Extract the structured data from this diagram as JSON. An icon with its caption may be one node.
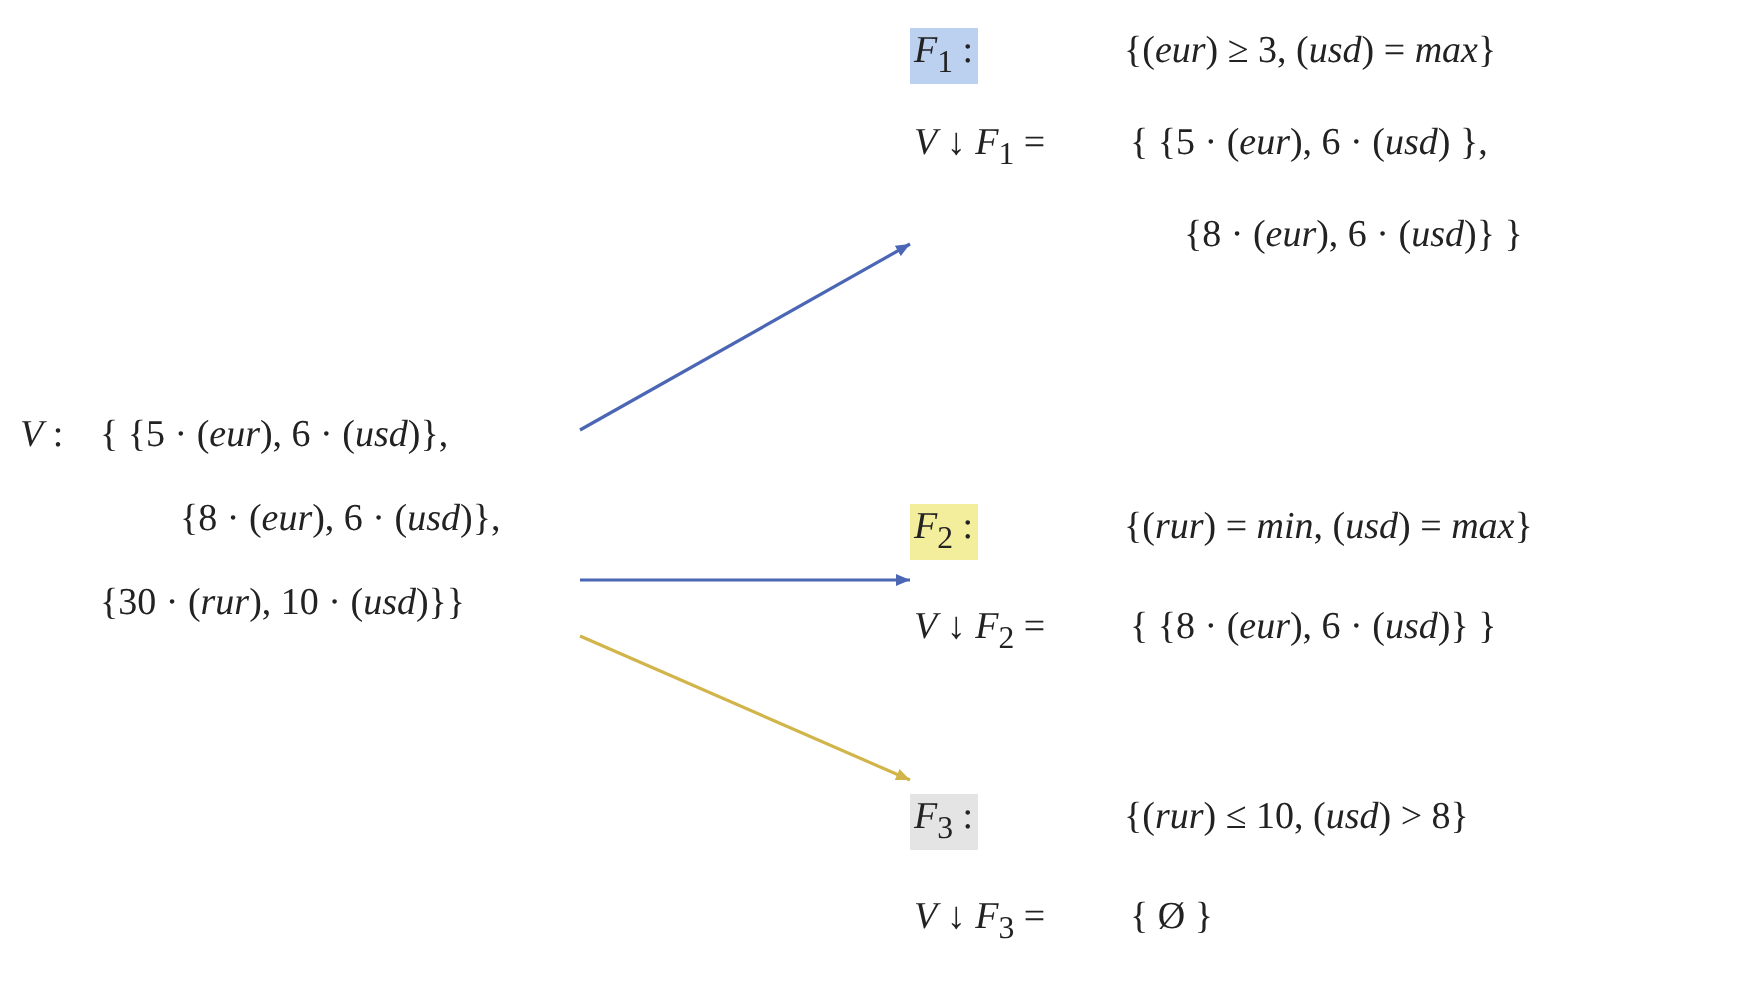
{
  "diagram": {
    "nodes": [
      {
        "text": [
          "*V* :",
          "{ {5 · (*eur*), 6 · (*usd*)},",
          "{8 · (*eur*), 6 · (*usd*)},",
          "{30 · (*rur*), 10 · (*usd*)}}"
        ]
      },
      {
        "text": [
          "*F*$_{1}$ :",
          "{(*eur*) ≥ 3, (*usd*) = *max*}",
          "*V* ↓ *F*$_{1}$ =",
          "{ {5 · (*eur*), 6 · (*usd*) },",
          "{8 · (*eur*), 6 · (*usd*)} }"
        ]
      },
      {
        "text": [
          "*F*$_{2}$ :",
          "{(*rur*) = *min*, (*usd*) = *max*}",
          "*V* ↓ *F*$_{2}$ =",
          "{ {8 · (*eur*), 6 · (*usd*)} }"
        ]
      },
      {
        "text": [
          "*F*$_{3}$ :",
          "{(*rur*) ≤ 10, (*usd*) > 8}",
          "*V* ↓ *F*$_{3}$ =",
          "{ Ø }"
        ]
      }
    ],
    "edges": [
      {
        "from": 0,
        "to": 1,
        "arrow": "to"
      },
      {
        "from": 0,
        "to": 2,
        "arrow": "to"
      },
      {
        "from": 0,
        "to": 3,
        "arrow": "to",
        "color": "#d2b54a"
      }
    ]
  }
}
